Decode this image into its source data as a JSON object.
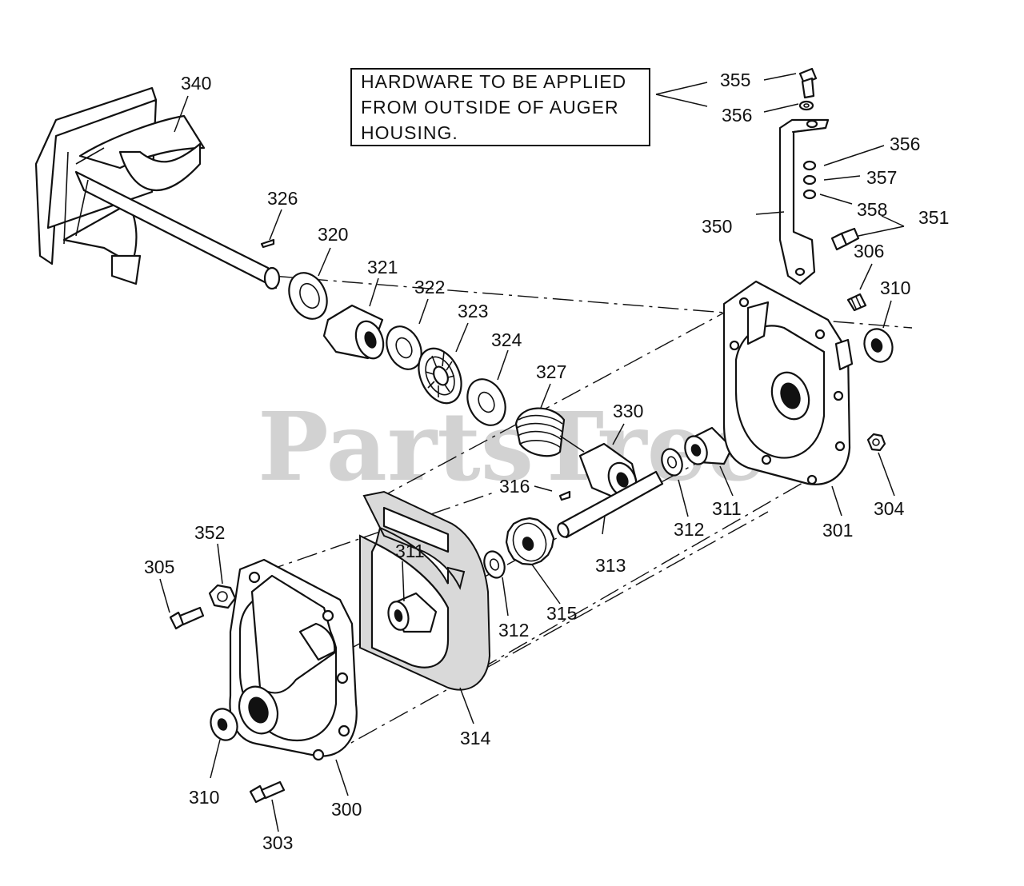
{
  "note": {
    "lines": [
      "HARDWARE TO BE APPLIED",
      "FROM OUTSIDE OF AUGER",
      "HOUSING."
    ]
  },
  "watermark": "PartsTree",
  "callouts": {
    "c340": "340",
    "c326": "326",
    "c320": "320",
    "c321": "321",
    "c322": "322",
    "c323": "323",
    "c324": "324",
    "c327": "327",
    "c330": "330",
    "c316": "316",
    "c311a": "311",
    "c311b": "311",
    "c312a": "312",
    "c312b": "312",
    "c313": "313",
    "c315": "315",
    "c314": "314",
    "c352": "352",
    "c305": "305",
    "c310a": "310",
    "c310b": "310",
    "c300": "300",
    "c303": "303",
    "c301": "301",
    "c304": "304",
    "c306": "306",
    "c350": "350",
    "c351": "351",
    "c355": "355",
    "c356a": "356",
    "c356b": "356",
    "c357": "357",
    "c358": "358"
  }
}
